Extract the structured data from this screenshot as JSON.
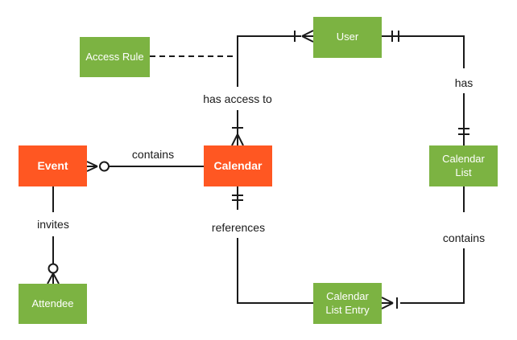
{
  "diagram": {
    "type": "entity-relationship",
    "notation": "crows-foot",
    "background": "#FFFFFF"
  },
  "colors": {
    "primary_entity": "#FF5722",
    "secondary_entity": "#7CB342",
    "line": "#1A1A1A",
    "entity_text": "#FFFFFF",
    "label_text": "#1A1A1A"
  },
  "entities": {
    "event": {
      "label": "Event",
      "color": "orange"
    },
    "calendar": {
      "label": "Calendar",
      "color": "orange"
    },
    "access_rule": {
      "label": "Access Rule",
      "color": "green"
    },
    "user": {
      "label": "User",
      "color": "green"
    },
    "calendar_list": {
      "label": "Calendar List",
      "color": "green"
    },
    "calendar_list_entry": {
      "label": "Calendar List Entry",
      "color": "green"
    },
    "attendee": {
      "label": "Attendee",
      "color": "green"
    }
  },
  "relationships": {
    "event_contains_calendar": {
      "label": "contains",
      "from": "Event",
      "to": "Calendar",
      "from_cardinality": "zero-or-many",
      "to_cardinality": "plain"
    },
    "event_invites_attendee": {
      "label": "invites",
      "from": "Event",
      "to": "Attendee",
      "from_cardinality": "plain",
      "to_cardinality": "zero-or-many"
    },
    "calendar_has_access_to_user": {
      "label": "has access to",
      "from": "Calendar",
      "to": "User",
      "from_cardinality": "one-or-many",
      "to_cardinality": "one-or-many",
      "annotation": "Access Rule attached with dashed line"
    },
    "user_has_calendar_list": {
      "label": "has",
      "from": "User",
      "to": "Calendar List",
      "from_cardinality": "exactly-one",
      "to_cardinality": "exactly-one"
    },
    "calendar_list_contains_entry": {
      "label": "contains",
      "from": "Calendar List",
      "to": "Calendar List Entry",
      "from_cardinality": "plain",
      "to_cardinality": "one-or-many"
    },
    "calendar_references_entry": {
      "label": "references",
      "from": "Calendar",
      "to": "Calendar List Entry",
      "from_cardinality": "exactly-one",
      "to_cardinality": "plain"
    }
  }
}
